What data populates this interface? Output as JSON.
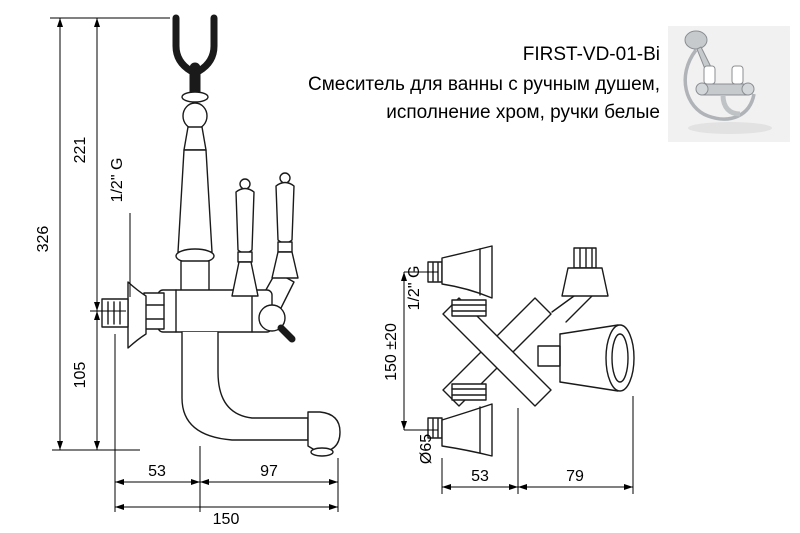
{
  "header": {
    "code": "FIRST-VD-01-Bi",
    "desc1": "Смеситель для ванны с ручным душем,",
    "desc2": "исполнение хром, ручки белые"
  },
  "front_view": {
    "dim_total_height": "326",
    "dim_upper_height": "221",
    "dim_lower_height": "105",
    "thread": "1/2\" G",
    "dim_offset": "53",
    "dim_reach": "97",
    "dim_total_width": "150"
  },
  "side_view": {
    "dim_centers": "150 ±20",
    "thread": "1/2\" G",
    "dim_flange_diameter": "Ø65",
    "dim_depth": "53",
    "dim_handle": "79"
  }
}
